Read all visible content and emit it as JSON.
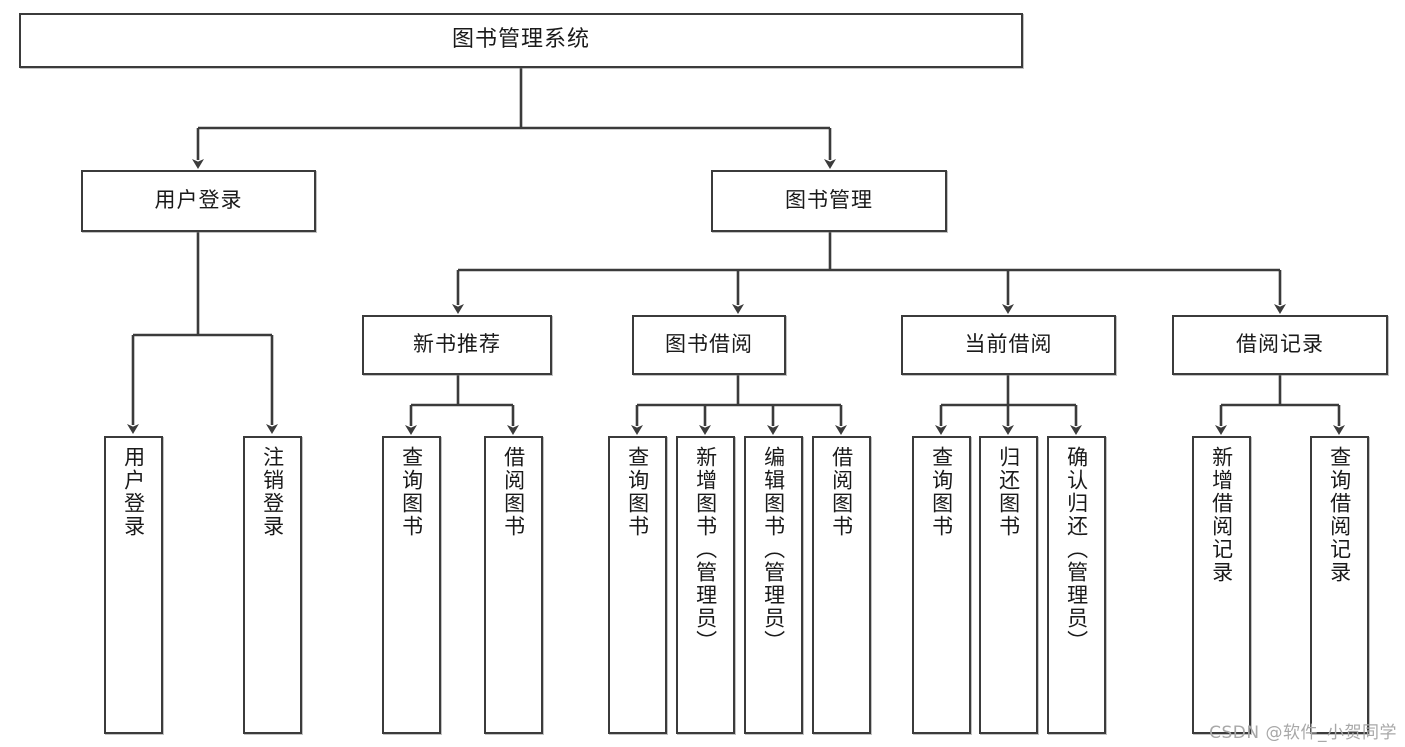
{
  "diagram": {
    "title": "图书管理系统",
    "type": "tree-hierarchy",
    "root": {
      "label": "图书管理系统"
    },
    "level2": [
      {
        "label": "用户登录"
      },
      {
        "label": "图书管理"
      }
    ],
    "level3": [
      {
        "label": "新书推荐"
      },
      {
        "label": "图书借阅"
      },
      {
        "label": "当前借阅"
      },
      {
        "label": "借阅记录"
      }
    ],
    "leaves": {
      "user_login": [
        {
          "label": "用户登录"
        },
        {
          "label": "注销登录"
        }
      ],
      "new_book_recommend": [
        {
          "label": "查询图书"
        },
        {
          "label": "借阅图书"
        }
      ],
      "book_borrow": [
        {
          "label": "查询图书"
        },
        {
          "label": "新增图书（管理员）"
        },
        {
          "label": "编辑图书（管理员）"
        },
        {
          "label": "借阅图书"
        }
      ],
      "current_borrow": [
        {
          "label": "查询图书"
        },
        {
          "label": "归还图书"
        },
        {
          "label": "确认归还（管理员）"
        }
      ],
      "borrow_record": [
        {
          "label": "新增借阅记录"
        },
        {
          "label": "查询借阅记录"
        }
      ]
    }
  },
  "watermark": {
    "text": "CSDN @软件_小贺同学"
  },
  "colors": {
    "stroke": "#3b3b3b",
    "text": "#1a1a1a",
    "background": "#ffffff",
    "watermark": "#a8a8a8"
  }
}
